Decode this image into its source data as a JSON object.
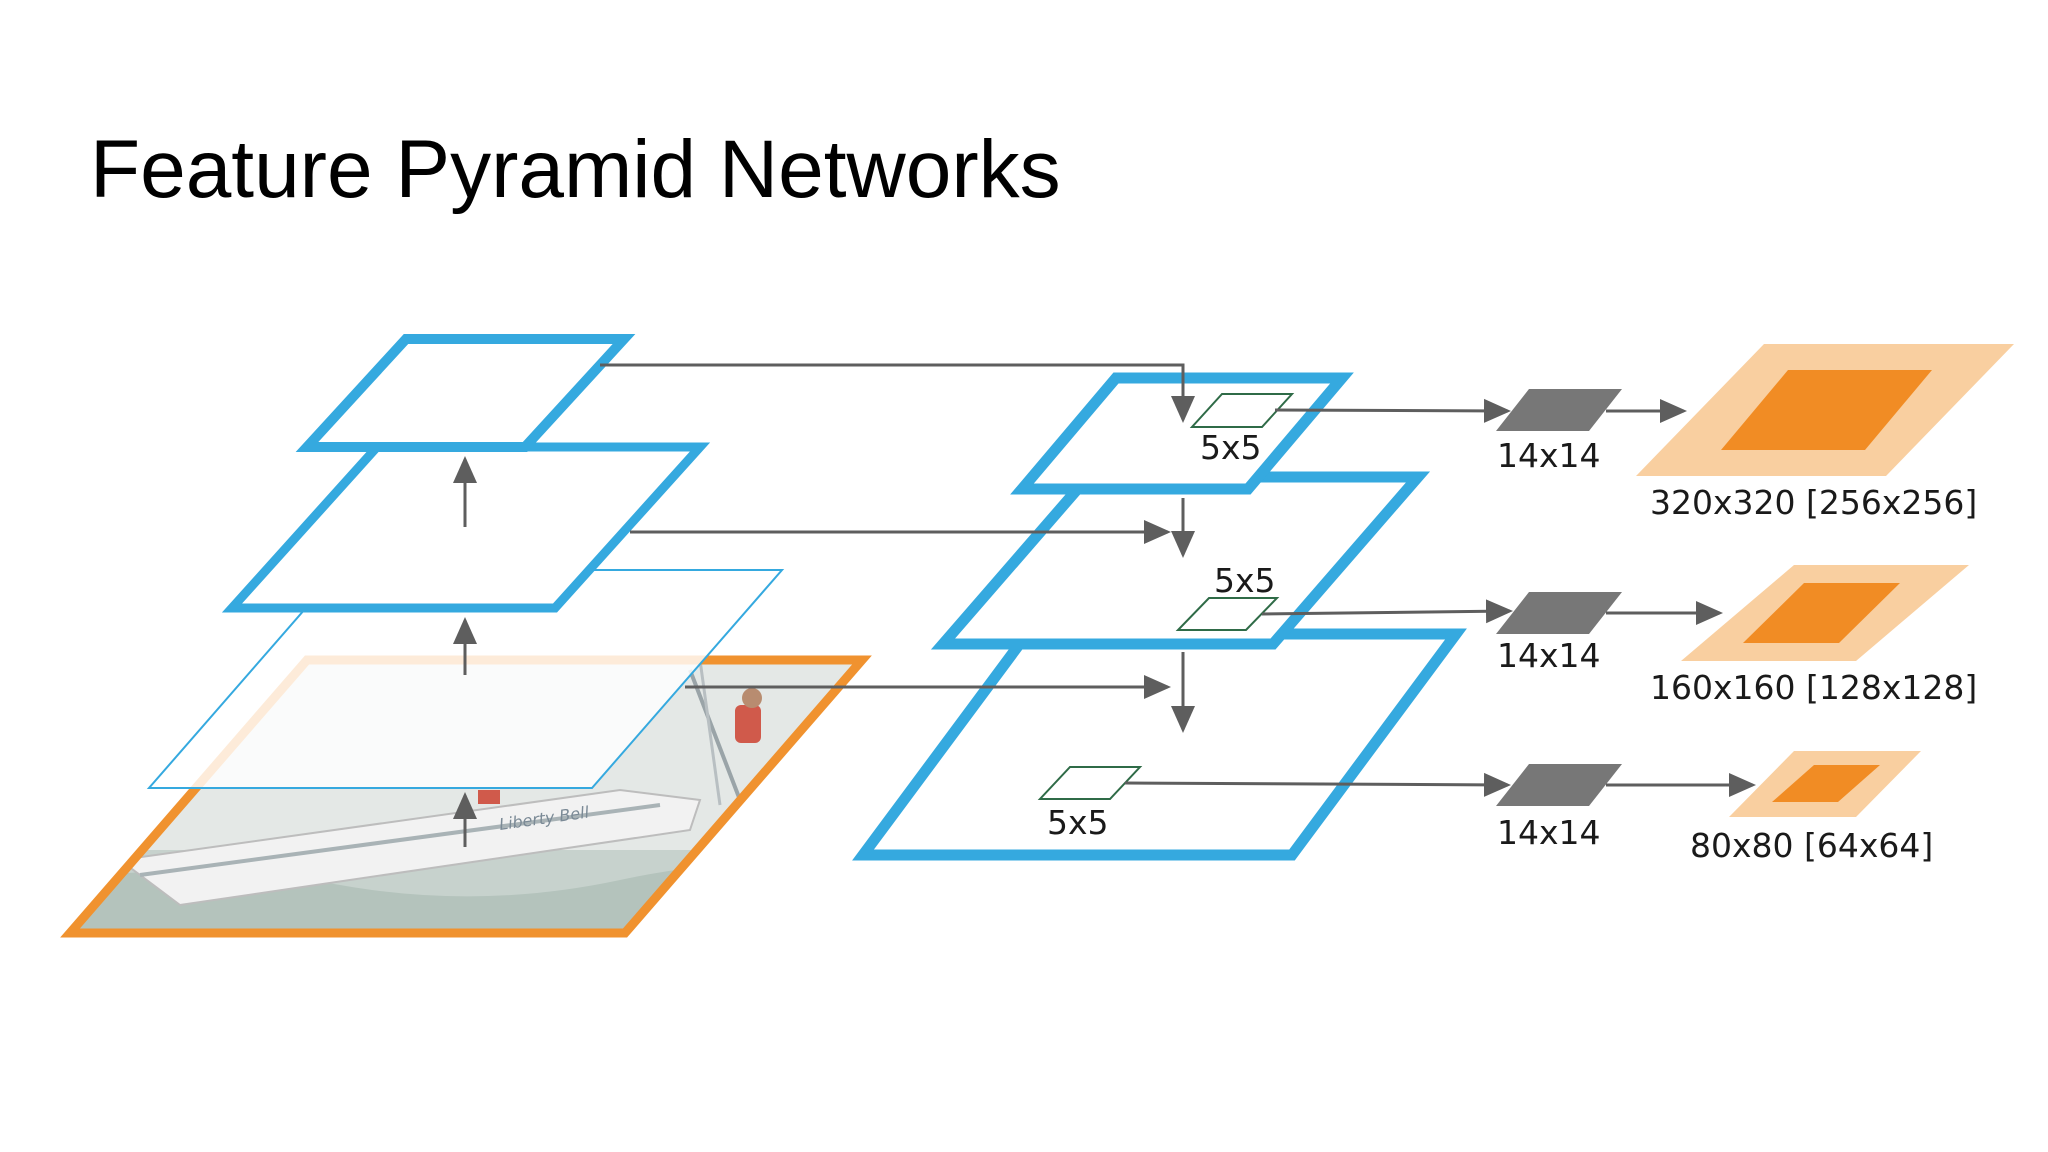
{
  "title": "Feature Pyramid Networks",
  "colors": {
    "pyramid_blue": "#35a9df",
    "image_border_orange": "#f0922f",
    "arrow_gray": "#5e5e5e",
    "roi_green": "#2f6b47",
    "pooled_gray": "#777777",
    "output_light_orange": "#f9cfa0",
    "output_dark_orange": "#f18c24"
  },
  "icons": {
    "input_image": "boat-photo-thumbnail"
  },
  "roi_labels": [
    "5x5",
    "5x5",
    "5x5"
  ],
  "pooled_labels": [
    "14x14",
    "14x14",
    "14x14"
  ],
  "output_labels": [
    "320x320 [256x256]",
    "160x160 [128x128]",
    "80x80 [64x64]"
  ]
}
